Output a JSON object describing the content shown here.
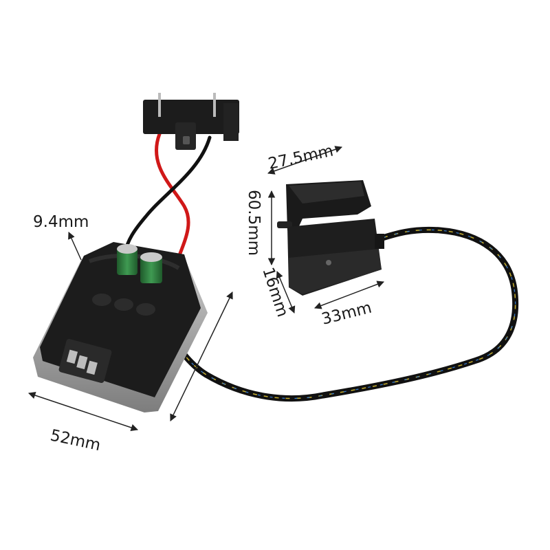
{
  "dimensions": {
    "capacitor_height": "9.4mm",
    "board_width": "52mm",
    "switch_width": "27.5mm",
    "switch_height": "60.5mm",
    "switch_depth": "16mm",
    "switch_length": "33mm"
  },
  "colors": {
    "background": "#ffffff",
    "housing": "#1c1c1c",
    "housing_edge": "#9a9a9a",
    "red_wire": "#d01818",
    "black_wire": "#111111",
    "capacitor": "#2e7a3c",
    "measure_line": "#222222"
  }
}
